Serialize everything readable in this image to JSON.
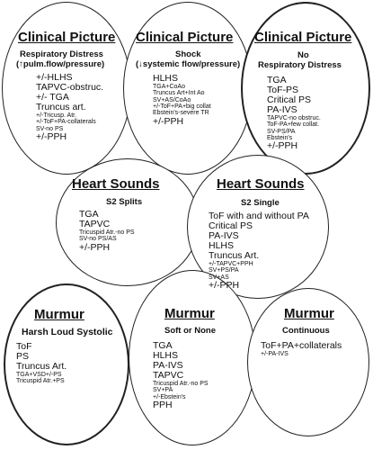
{
  "row1": {
    "left": {
      "title": "Clinical Picture",
      "subtitle_line1": "Respiratory Distress",
      "subtitle_arrow": "↑",
      "subtitle_line2": "pulm.flow/pressure)",
      "subtitle_paren": "(",
      "items": [
        {
          "text": "+/-HLHS",
          "size": "lg"
        },
        {
          "text": "TAPVC-obstruc.",
          "size": "lg"
        },
        {
          "text": "+/- TGA",
          "size": "lg"
        },
        {
          "text": "Truncus art.",
          "size": "lg"
        },
        {
          "text": "+/-Tricusp. Atr.",
          "size": "sm"
        },
        {
          "text": "+/-ToF+PA-collaterals",
          "size": "sm"
        },
        {
          "text": "SV-no PS",
          "size": "sm"
        },
        {
          "text": "+/-PPH",
          "size": "lg"
        }
      ]
    },
    "middle": {
      "title": "Clinical Picture",
      "subtitle_line1": "Shock",
      "subtitle_arrow": "↓",
      "subtitle_line2": "systemic flow/pressure)",
      "subtitle_paren": "(",
      "items": [
        {
          "text": "HLHS",
          "size": "lg"
        },
        {
          "text": "TGA+CoAo",
          "size": "sm"
        },
        {
          "text": "Truncus Art+Int Ao",
          "size": "sm"
        },
        {
          "text": "SV+AS/CoAo",
          "size": "sm"
        },
        {
          "text": "+/-ToF+PA+big collat",
          "size": "sm"
        },
        {
          "text": "Ebstein's-severe TR",
          "size": "sm"
        },
        {
          "text": "+/-PPH",
          "size": "lg"
        }
      ]
    },
    "right": {
      "title": "Clinical Picture",
      "subtitle_line1": "No",
      "subtitle_line2": "Respiratory Distress",
      "items": [
        {
          "text": "TGA",
          "size": "lg"
        },
        {
          "text": "ToF-PS",
          "size": "lg"
        },
        {
          "text": "Critical PS",
          "size": "lg"
        },
        {
          "text": "PA-IVS",
          "size": "lg"
        },
        {
          "text": "TAPVC-no obstruc.",
          "size": "sm"
        },
        {
          "text": "ToF-PA+few collat.",
          "size": "sm"
        },
        {
          "text": "SV-PS/PA",
          "size": "sm"
        },
        {
          "text": "Ebstein's",
          "size": "sm"
        },
        {
          "text": "+/-PPH",
          "size": "lg"
        }
      ]
    }
  },
  "row2": {
    "left": {
      "title": "Heart Sounds",
      "subtitle": "S2 Splits",
      "items": [
        {
          "text": "TGA",
          "size": "lg"
        },
        {
          "text": "TAPVC",
          "size": "lg"
        },
        {
          "text": "Tricuspid Atr.-no PS",
          "size": "sm"
        },
        {
          "text": "SV-no PS/AS",
          "size": "sm"
        },
        {
          "text": "+/-PPH",
          "size": "lg"
        }
      ]
    },
    "right": {
      "title": "Heart Sounds",
      "subtitle": "S2 Single",
      "items": [
        {
          "text": "ToF with and without PA",
          "size": "lg"
        },
        {
          "text": "Critical PS",
          "size": "lg"
        },
        {
          "text": "PA-IVS",
          "size": "lg"
        },
        {
          "text": "HLHS",
          "size": "lg"
        },
        {
          "text": "Truncus Art.",
          "size": "lg"
        },
        {
          "text": "+/-TAPVC+PPH",
          "size": "sm"
        },
        {
          "text": "SV+PS/PA",
          "size": "sm"
        },
        {
          "text": "SV+AS",
          "size": "sm"
        },
        {
          "text": "+/-PPH",
          "size": "lg"
        }
      ]
    }
  },
  "row3": {
    "left": {
      "title": "Murmur",
      "subtitle": "Harsh Loud Systolic",
      "items": [
        {
          "text": "ToF",
          "size": "lg"
        },
        {
          "text": "PS",
          "size": "lg"
        },
        {
          "text": "Truncus Art.",
          "size": "lg"
        },
        {
          "text": "TGA+VSD+/-PS",
          "size": "sm"
        },
        {
          "text": "Tricuspid Atr.+PS",
          "size": "sm"
        }
      ]
    },
    "middle": {
      "title": "Murmur",
      "subtitle": "Soft or None",
      "items": [
        {
          "text": "TGA",
          "size": "lg"
        },
        {
          "text": "HLHS",
          "size": "lg"
        },
        {
          "text": "PA-IVS",
          "size": "lg"
        },
        {
          "text": "TAPVC",
          "size": "lg"
        },
        {
          "text": "Tricuspid Atr.-no PS",
          "size": "sm"
        },
        {
          "text": "SV+PA",
          "size": "sm"
        },
        {
          "text": "+/-Ebstein's",
          "size": "sm"
        },
        {
          "text": "PPH",
          "size": "lg"
        }
      ]
    },
    "right": {
      "title": "Murmur",
      "subtitle": "Continuous",
      "items": [
        {
          "text": "ToF+PA+collaterals",
          "size": "lg"
        },
        {
          "text": "+/-PA-IVS",
          "size": "sm"
        }
      ]
    }
  }
}
